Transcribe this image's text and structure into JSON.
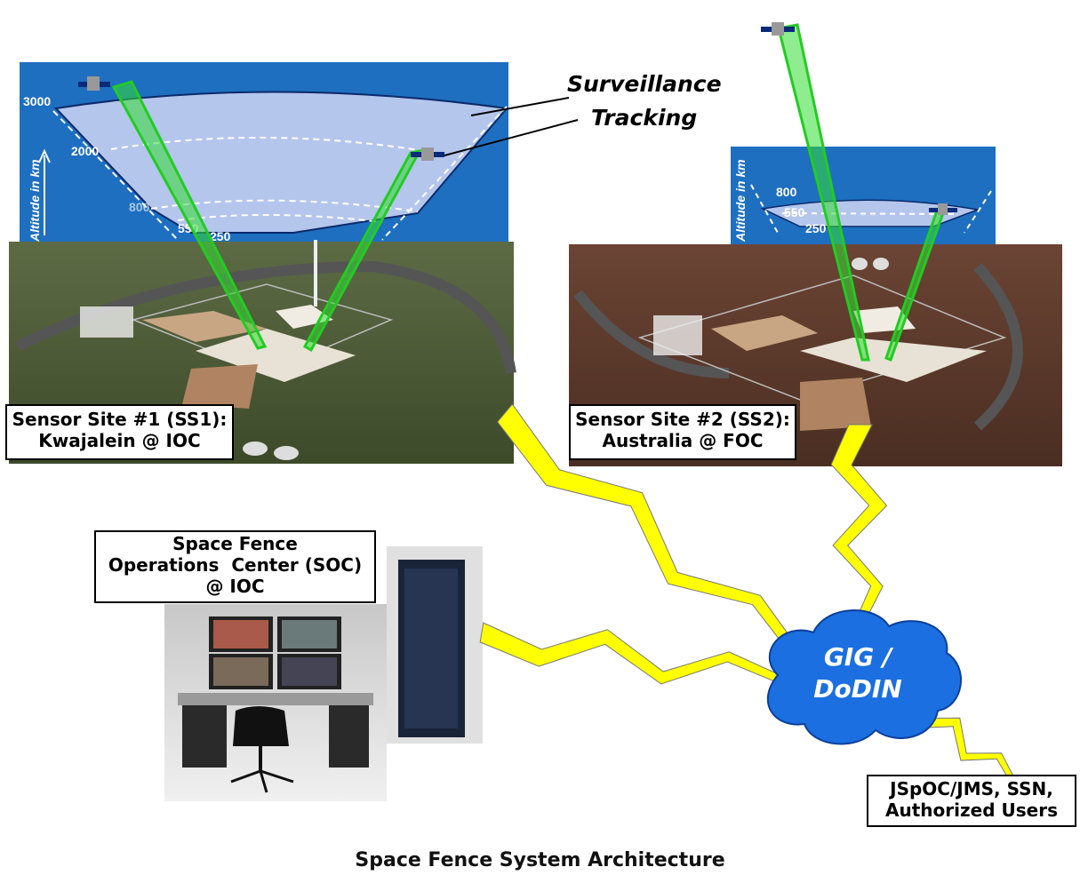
{
  "title": "Space Fence System Architecture",
  "annotations": {
    "surveillance": "Surveillance",
    "tracking": "Tracking"
  },
  "site1": {
    "label_line1": "Sensor Site #1 (SS1):",
    "label_line2": "Kwajalein @ IOC",
    "axis_label": "Altitude in km",
    "ticks": [
      "3000",
      "2000",
      "800",
      "550",
      "250"
    ]
  },
  "site2": {
    "label_line1": "Sensor Site #2 (SS2):",
    "label_line2": "Australia @ FOC",
    "axis_label": "Altitude in km",
    "ticks": [
      "800",
      "550",
      "250"
    ]
  },
  "soc": {
    "line1": "Space Fence",
    "line2": "Operations  Center (SOC)",
    "line3": "@ IOC"
  },
  "network": {
    "line1": "GIG /",
    "line2": "DoDIN"
  },
  "users": {
    "line1": "JSpOC/JMS, SSN,",
    "line2": "Authorized Users"
  },
  "colors": {
    "sky": "#1f6fc0",
    "fence": "#b4c6ec",
    "beam": "#33dd33",
    "bolt": "#ffff00",
    "cloud": "#1b6fe0",
    "ground1": "#4a5a33",
    "ground2": "#5a3a2c"
  }
}
